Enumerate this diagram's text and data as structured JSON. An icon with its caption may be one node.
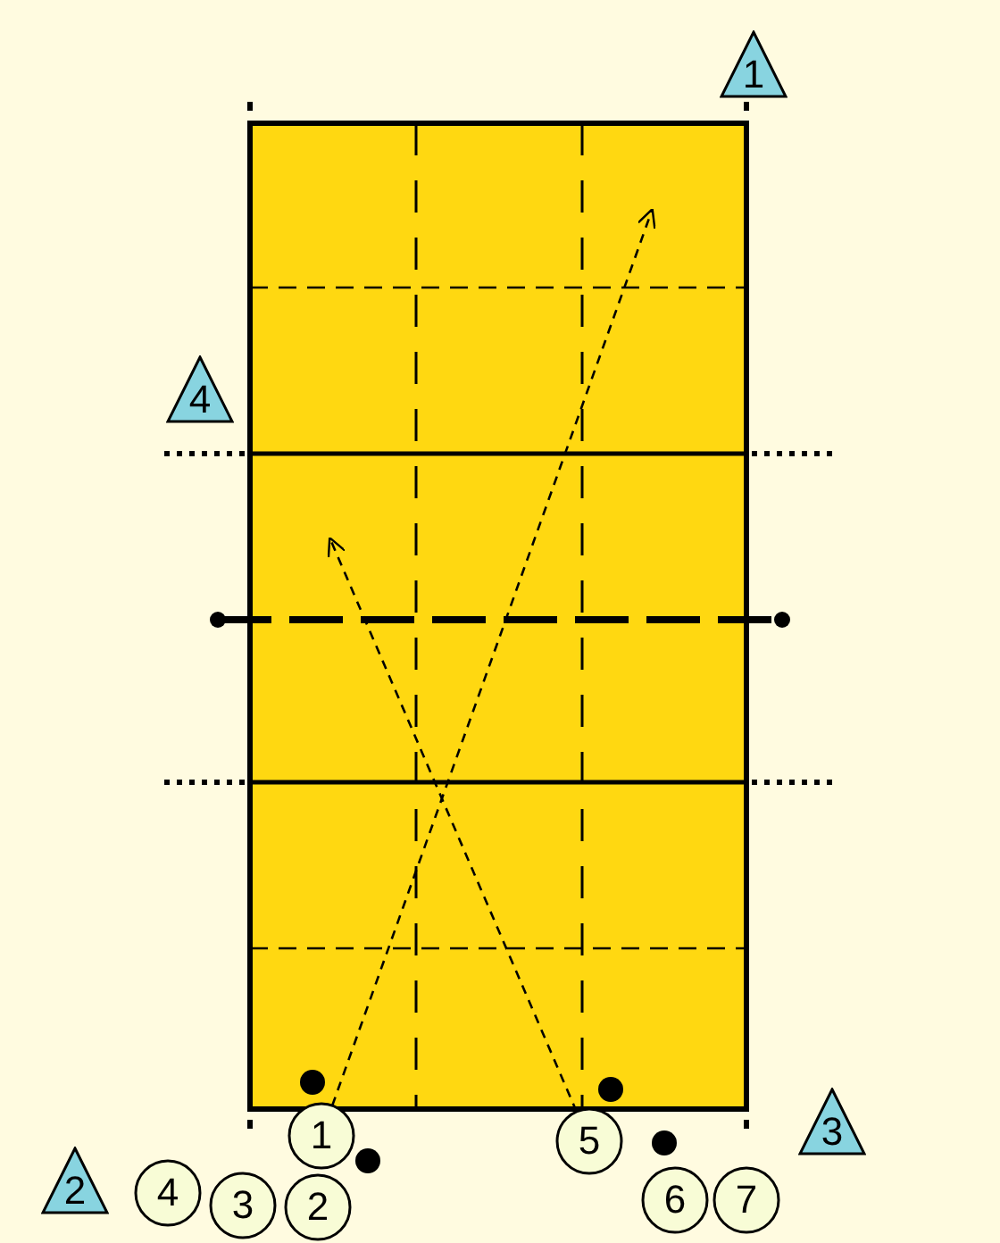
{
  "diagram": {
    "nodes": [
      {
        "text": [
          "1"
        ]
      },
      {
        "text": [
          "4"
        ]
      },
      {
        "text": [
          "3"
        ]
      },
      {
        "text": [
          "1"
        ]
      },
      {
        "text": [
          "5"
        ]
      },
      {
        "text": [
          "2"
        ]
      },
      {
        "text": [
          "4"
        ]
      },
      {
        "text": [
          "3"
        ]
      },
      {
        "text": [
          "2"
        ]
      },
      {
        "text": [
          "6"
        ]
      },
      {
        "text": [
          "7"
        ]
      }
    ],
    "edges": [
      {
        "from": 3,
        "to": null,
        "arrow": "to",
        "style": "dashed"
      },
      {
        "from": 4,
        "to": null,
        "arrow": "to",
        "style": "dashed"
      }
    ]
  }
}
